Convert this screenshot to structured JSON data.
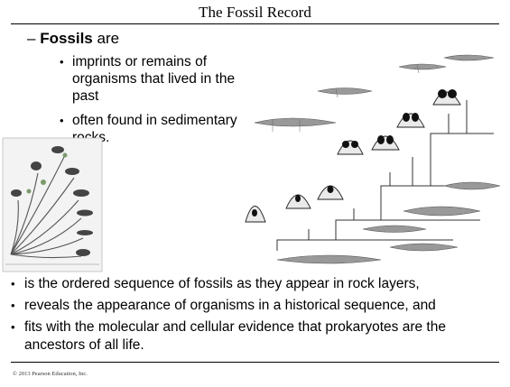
{
  "title": "The Fossil Record",
  "dash": {
    "bold": "Fossils",
    "rest": " are"
  },
  "sub_bullets": [
    "imprints or remains of organisms that lived in the past",
    "often found in sedimentary rocks."
  ],
  "main_bullets": [
    "is the ordered sequence of fossils as they appear in rock layers,",
    "reveals the appearance of organisms in a historical sequence, and",
    "fits with the molecular and cellular evidence that prokaryotes are the ancestors of all life."
  ],
  "footer": "© 2013 Pearson Education, Inc."
}
